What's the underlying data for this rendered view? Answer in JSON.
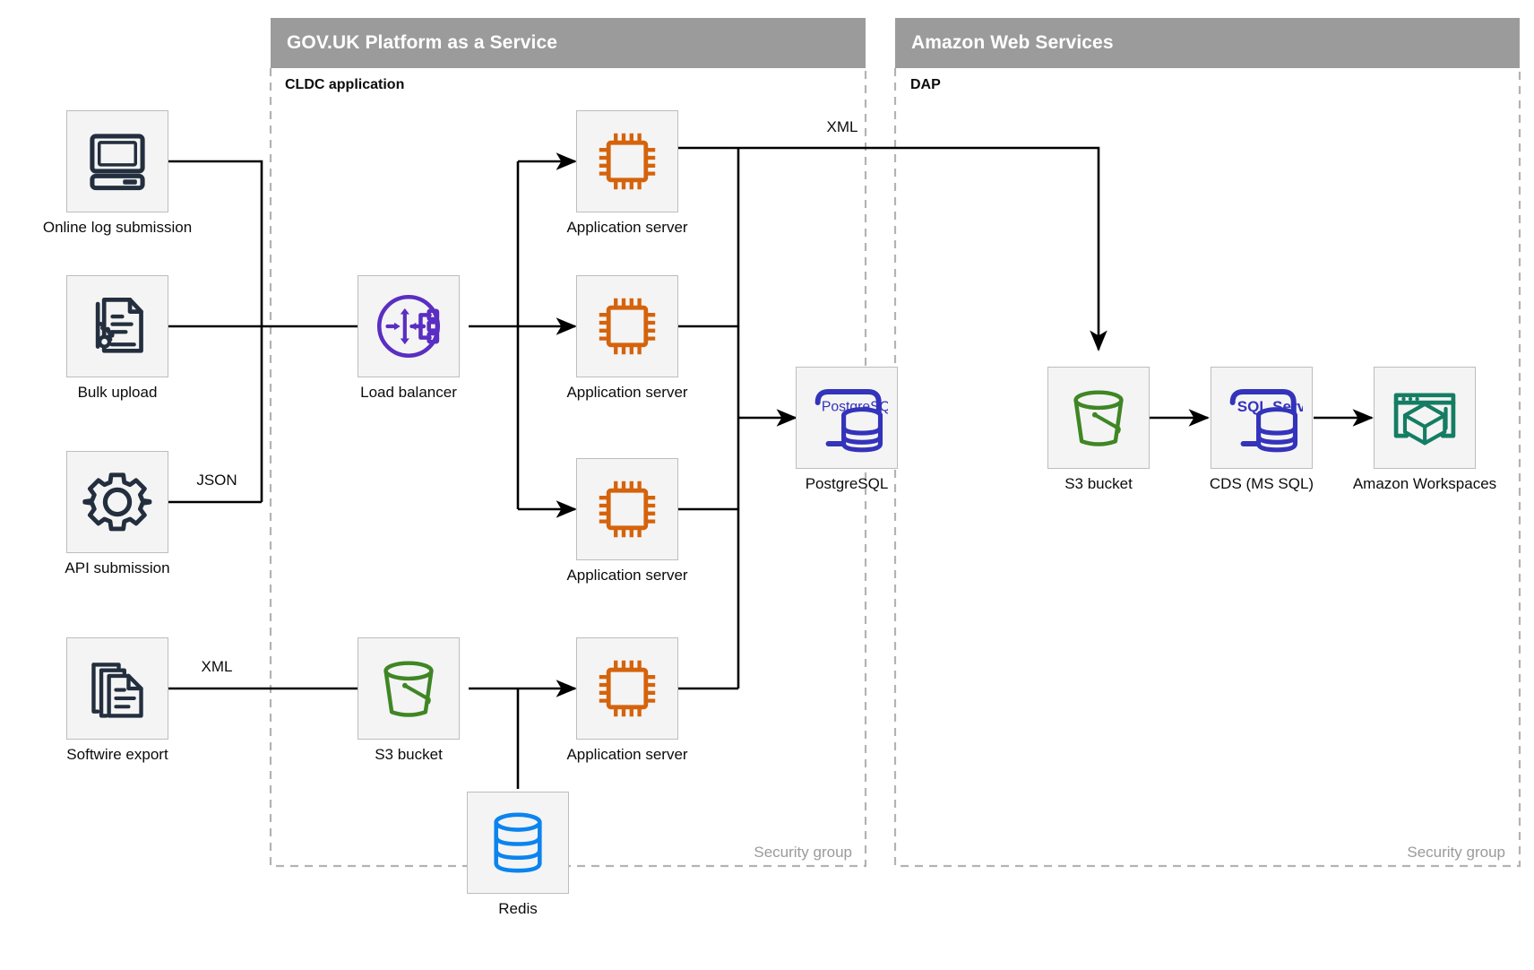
{
  "zones": [
    {
      "id": "paas",
      "title": "GOV.UK Platform as a Service",
      "subtitle": "CLDC application",
      "security_group_label": "Security group"
    },
    {
      "id": "aws",
      "title": "Amazon Web Services",
      "subtitle": "DAP",
      "security_group_label": "Security group"
    }
  ],
  "nodes": [
    {
      "id": "online-log-submission",
      "label": "Online log submission",
      "icon": "desktop-computer-icon",
      "color": "#232f3e"
    },
    {
      "id": "bulk-upload",
      "label": "Bulk upload",
      "icon": "document-gear-icon",
      "color": "#232f3e"
    },
    {
      "id": "api-submission",
      "label": "API submission",
      "icon": "gear-icon",
      "color": "#232f3e"
    },
    {
      "id": "softwire-export",
      "label": "Softwire export",
      "icon": "document-stack-icon",
      "color": "#232f3e"
    },
    {
      "id": "load-balancer",
      "label": "Load balancer",
      "icon": "load-balancer-icon",
      "color": "#5a2ec2"
    },
    {
      "id": "s3-bucket-paas",
      "label": "S3 bucket",
      "icon": "bucket-icon",
      "color": "#3f8624"
    },
    {
      "id": "app-server-1",
      "label": "Application server",
      "icon": "cpu-chip-icon",
      "color": "#d5630c"
    },
    {
      "id": "app-server-2",
      "label": "Application server",
      "icon": "cpu-chip-icon",
      "color": "#d5630c"
    },
    {
      "id": "app-server-3",
      "label": "Application server",
      "icon": "cpu-chip-icon",
      "color": "#d5630c"
    },
    {
      "id": "app-server-4",
      "label": "Application server",
      "icon": "cpu-chip-icon",
      "color": "#d5630c"
    },
    {
      "id": "redis",
      "label": "Redis",
      "icon": "database-cylinder-icon",
      "color": "#0b84ef"
    },
    {
      "id": "postgresql",
      "label": "PostgreSQL",
      "icon": "postgresql-icon",
      "color": "#3333bb",
      "badge": "PostgreSQL"
    },
    {
      "id": "s3-bucket-aws",
      "label": "S3 bucket",
      "icon": "bucket-icon",
      "color": "#3f8624"
    },
    {
      "id": "cds-ms-sql",
      "label": "CDS (MS SQL)",
      "icon": "sql-server-icon",
      "color": "#3333bb",
      "badge": "SQL Server"
    },
    {
      "id": "amazon-workspaces",
      "label": "Amazon Workspaces",
      "icon": "workspaces-icon",
      "color": "#147d64"
    }
  ],
  "edge_labels": [
    {
      "id": "json-label",
      "text": "JSON"
    },
    {
      "id": "xml-softwire-label",
      "text": "XML"
    },
    {
      "id": "xml-export-label",
      "text": "XML"
    }
  ],
  "colors": {
    "zone_header_bg": "#9b9b9b",
    "zone_header_text": "#ffffff",
    "tile_bg": "#f4f4f4",
    "tile_border": "#bdbdbd",
    "connector": "#000000",
    "dashed_boundary": "#b3b3b3",
    "muted_text": "#9a9a9a"
  }
}
